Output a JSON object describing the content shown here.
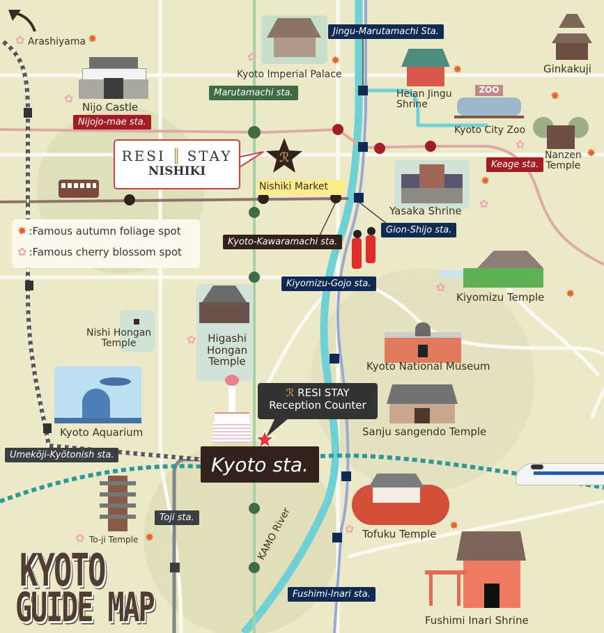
{
  "map": {
    "title_line1": "KYOTO",
    "title_line2": "GUIDE MAP",
    "colors": {
      "background": "#ece9c9",
      "river": "#6fd0d6",
      "private_rail_red": "#a31d24",
      "subway_navy": "#102a54",
      "subway_green": "#3f6b45",
      "keihan_brown": "#32201b",
      "shinkansen_teal": "#2b9a96"
    },
    "hotel": {
      "brand": "RESI Ⅱ STAY",
      "brand_text": "RESI",
      "brand_text2": "STAY",
      "location": "NISHIKI"
    },
    "reception": {
      "line1": "RESI STAY",
      "line2": "Reception Counter"
    },
    "legend": {
      "autumn": ":Famous autumn foliage spot",
      "cherry": ":Famous cherry blossom spot"
    },
    "river_label": "KAMO River",
    "main_station": "Kyoto sta.",
    "stations": {
      "nijojo_mae": "Nijojo-mae sta.",
      "marutamachi": "Marutamachi sta.",
      "jingu_marutamachi": "Jingu-Marutamachi Sta.",
      "keage": "Keage sta.",
      "gion_shijo": "Gion-Shijo sta.",
      "kyoto_kawaramachi": "Kyoto-Kawaramachi sta.",
      "kiyomizu_gojo": "Kiyomizu-Gojo sta.",
      "umekoji": "Umekōji-Kyōtonish sta.",
      "toji": "Toji sta.",
      "fushimi_inari": "Fushimi-Inari sta."
    },
    "landmarks": {
      "arashiyama": "Arashiyama",
      "nijo_castle": "Nijo Castle",
      "imperial_palace": "Kyoto Imperial Palace",
      "heian_jingu_1": "Heian Jingu",
      "heian_jingu_2": "Shrine",
      "ginkakuji": "Ginkakuji",
      "zoo": "Kyoto City Zoo",
      "zoo_sign": "ZOO",
      "nanzen_1": "Nanzen",
      "nanzen_2": "Temple",
      "nishiki_market": "Nishiki Market",
      "yasaka": "Yasaka Shrine",
      "kiyomizu": "Kiyomizu Temple",
      "nishi_hongan_1": "Nishi Hongan",
      "nishi_hongan_2": "Temple",
      "higashi_hongan_1": "Higashi",
      "higashi_hongan_2": "Hongan",
      "higashi_hongan_3": "Temple",
      "national_museum": "Kyoto National Museum",
      "aquarium": "Kyoto Aquarium",
      "sanjusangendo": "Sanju sangendo Temple",
      "toji_temple": "To-ji Temple",
      "tofuku": "Tofuku Temple",
      "fushimi_inari_shrine": "Fushimi Inari Shrine"
    }
  }
}
